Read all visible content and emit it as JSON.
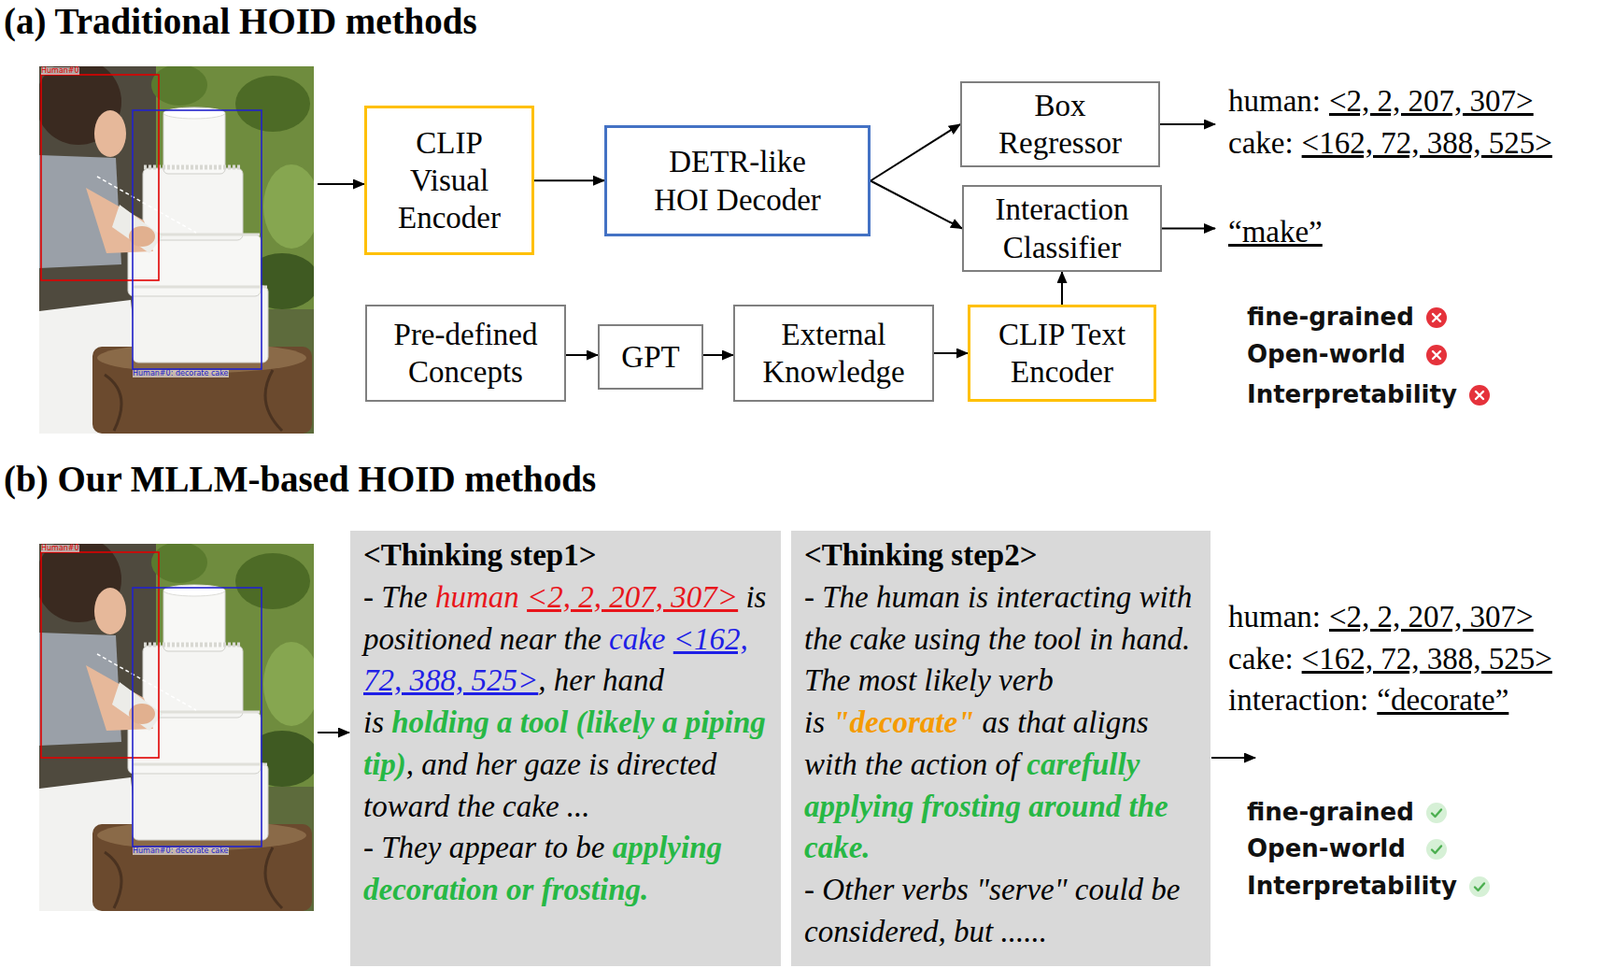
{
  "diagram": {
    "nodes": [
      {
        "text": [
          "CLIP Visual Encoder"
        ]
      },
      {
        "text": [
          "DETR-like HOI Decoder"
        ]
      },
      {
        "text": [
          "Box Regressor"
        ]
      },
      {
        "text": [
          "Interaction Classifier"
        ]
      },
      {
        "text": [
          "Pre-defined Concepts"
        ]
      },
      {
        "text": [
          "GPT"
        ]
      },
      {
        "text": [
          "External Knowledge"
        ]
      },
      {
        "text": [
          "CLIP Text Encoder"
        ]
      },
      {
        "text": [
          "<Thinking step1>",
          "- The",
          "human",
          "<2, 2, 207, 307>",
          "is positioned near the",
          "cake",
          "<162, 72, 388, 525>",
          ", her hand is",
          "holding a tool (likely a piping tip)",
          ", and her gaze is directed toward the cake ...",
          "- They appear to be",
          "applying decoration or frosting."
        ]
      },
      {
        "text": [
          "<Thinking step2>",
          "- The human is interacting with the cake using the tool in hand. The most likely verb is",
          "\"decorate\"",
          "as that aligns with the action of",
          "carefully applying frosting around the cake.",
          "- Other verbs \"serve\" could be considered, but ......"
        ]
      }
    ],
    "edges": [
      {
        "from": 0,
        "to": 1,
        "arrow": "to"
      },
      {
        "from": 1,
        "to": 2,
        "arrow": "to"
      },
      {
        "from": 1,
        "to": 3,
        "arrow": "to"
      },
      {
        "from": 4,
        "to": 5,
        "arrow": "to"
      },
      {
        "from": 5,
        "to": 6,
        "arrow": "to"
      },
      {
        "from": 6,
        "to": 7,
        "arrow": "to"
      },
      {
        "from": 7,
        "to": 3,
        "arrow": "to"
      }
    ],
    "labels": [
      "(a) Traditional HOID methods",
      "Human#0",
      "Human#0: decorate cake",
      "human:",
      "<2, 2, 207, 307>",
      "cake:",
      "<162, 72, 388, 525>",
      "“make”",
      "fine-grained",
      "Open-world",
      "Interpretability",
      "(b) Our MLLM-based HOID methods",
      "Human#0",
      "Human#0: decorate cake",
      "human:",
      "<2, 2, 207, 307>",
      "cake:",
      "<162, 72, 388, 525>",
      "interaction:",
      "“decorate”",
      "fine-grained",
      "Open-world",
      "Interpretability"
    ]
  }
}
